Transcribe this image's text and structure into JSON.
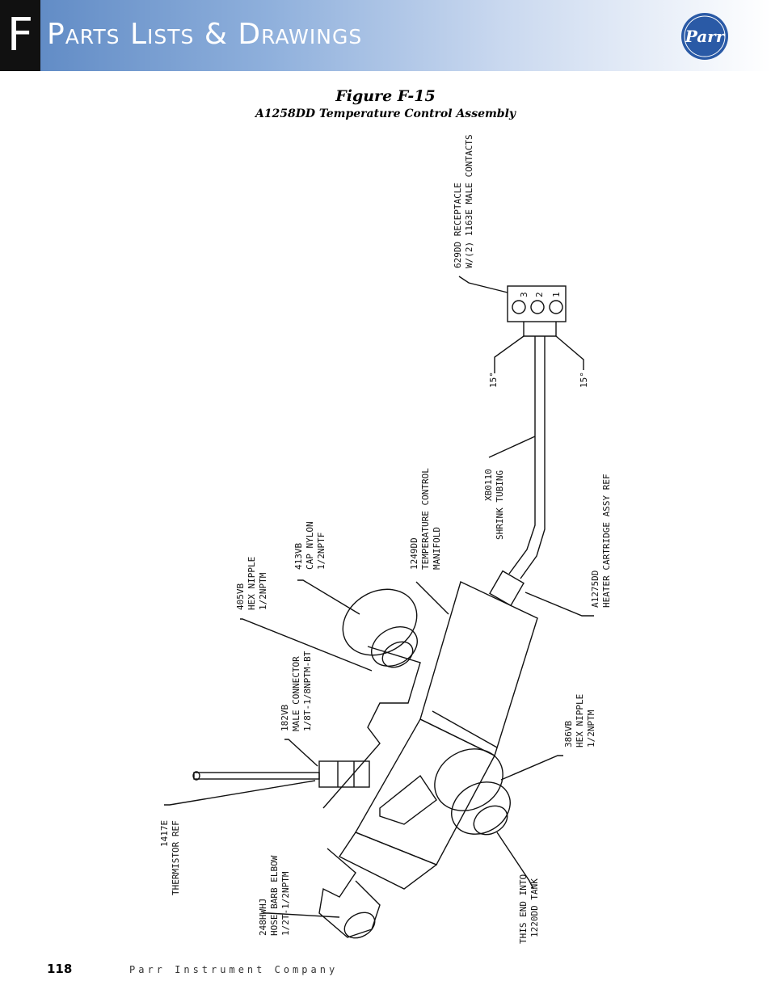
{
  "header": {
    "section_letter": "F",
    "title": "Parts Lists & Drawings",
    "logo_text": "Parr"
  },
  "figure": {
    "title": "Figure F-15",
    "subtitle": "A1258DD Temperature Control Assembly"
  },
  "callouts": {
    "receptacle": [
      "629DD RECEPTACLE",
      "W/(2) 1163E MALE CONTACTS"
    ],
    "pins": [
      "3",
      "2",
      "1"
    ],
    "angle_left": "15°",
    "angle_right": "15°",
    "shrink_tubing": [
      "XB0110",
      "SHRINK TUBING"
    ],
    "manifold": [
      "1249DD",
      "TEMPERATURE CONTROL",
      "MANIFOLD"
    ],
    "heater": [
      "A1275DD",
      "HEATER CARTRIDGE ASSY REF"
    ],
    "cap": [
      "413VB",
      "CAP NYLON",
      "1/2NPTF"
    ],
    "hex_nipple_top": [
      "405VB",
      "HEX NIPPLE",
      "1/2NPTM"
    ],
    "male_connector": [
      "182VB",
      "MALE CONNECTOR",
      "1/8T-1/8NPTM-BT"
    ],
    "hex_nipple_bottom": [
      "386VB",
      "HEX NIPPLE",
      "1/2NPTM"
    ],
    "thermistor": [
      "1417E",
      "THERMISTOR REF"
    ],
    "hose_barb": [
      "248HWHJ",
      "HOSE BARB ELBOW",
      "1/2T-1/2NPTM"
    ],
    "tank_end": [
      "THIS END INTO",
      "1220DD TANK"
    ]
  },
  "footer": {
    "page_number": "118",
    "company": "Parr Instrument Company"
  }
}
